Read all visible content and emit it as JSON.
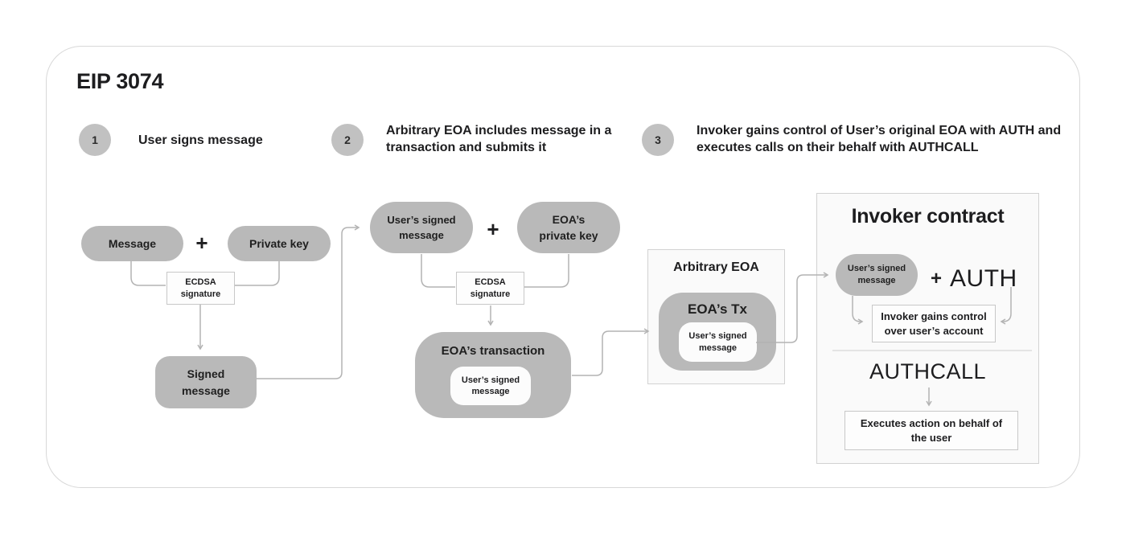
{
  "title": "EIP 3074",
  "steps": [
    {
      "number": "1",
      "label": "User signs message"
    },
    {
      "number": "2",
      "label": "Arbitrary EOA includes message in a transaction and submits it"
    },
    {
      "number": "3",
      "label": "Invoker gains control of User’s original EOA with AUTH and executes calls on their behalf with AUTHCALL"
    }
  ],
  "flow1": {
    "message": "Message",
    "plus": "+",
    "private_key": "Private key",
    "ecdsa": "ECDSA signature",
    "signed_message": "Signed message"
  },
  "flow2": {
    "users_signed_message": "User’s signed message",
    "plus": "+",
    "eoa_private_key": "EOA’s private key",
    "ecdsa": "ECDSA signature",
    "eoa_transaction": "EOA’s transaction",
    "inner_message": "User’s signed message"
  },
  "arbitrary_eoa": {
    "title": "Arbitrary EOA",
    "tx": "EOA’s Tx",
    "inner_message": "User’s signed message"
  },
  "invoker": {
    "title": "Invoker contract",
    "users_signed_message": "User’s signed message",
    "plus": "+",
    "auth": "AUTH",
    "gains_control": "Invoker gains control over user’s account",
    "authcall": "AUTHCALL",
    "executes": "Executes action on behalf of the user"
  },
  "colors": {
    "shape_gray": "#b9b9b9",
    "badge_gray": "#c1c1c1",
    "panel_bg": "#fafafa",
    "panel_border": "#d2d2d2",
    "white_box_bg": "#fdfdfd",
    "white_box_border": "#c8c8c8",
    "line": "#b3b3b3",
    "text": "#1d1d1f",
    "frame_border": "#d8d8d8"
  }
}
